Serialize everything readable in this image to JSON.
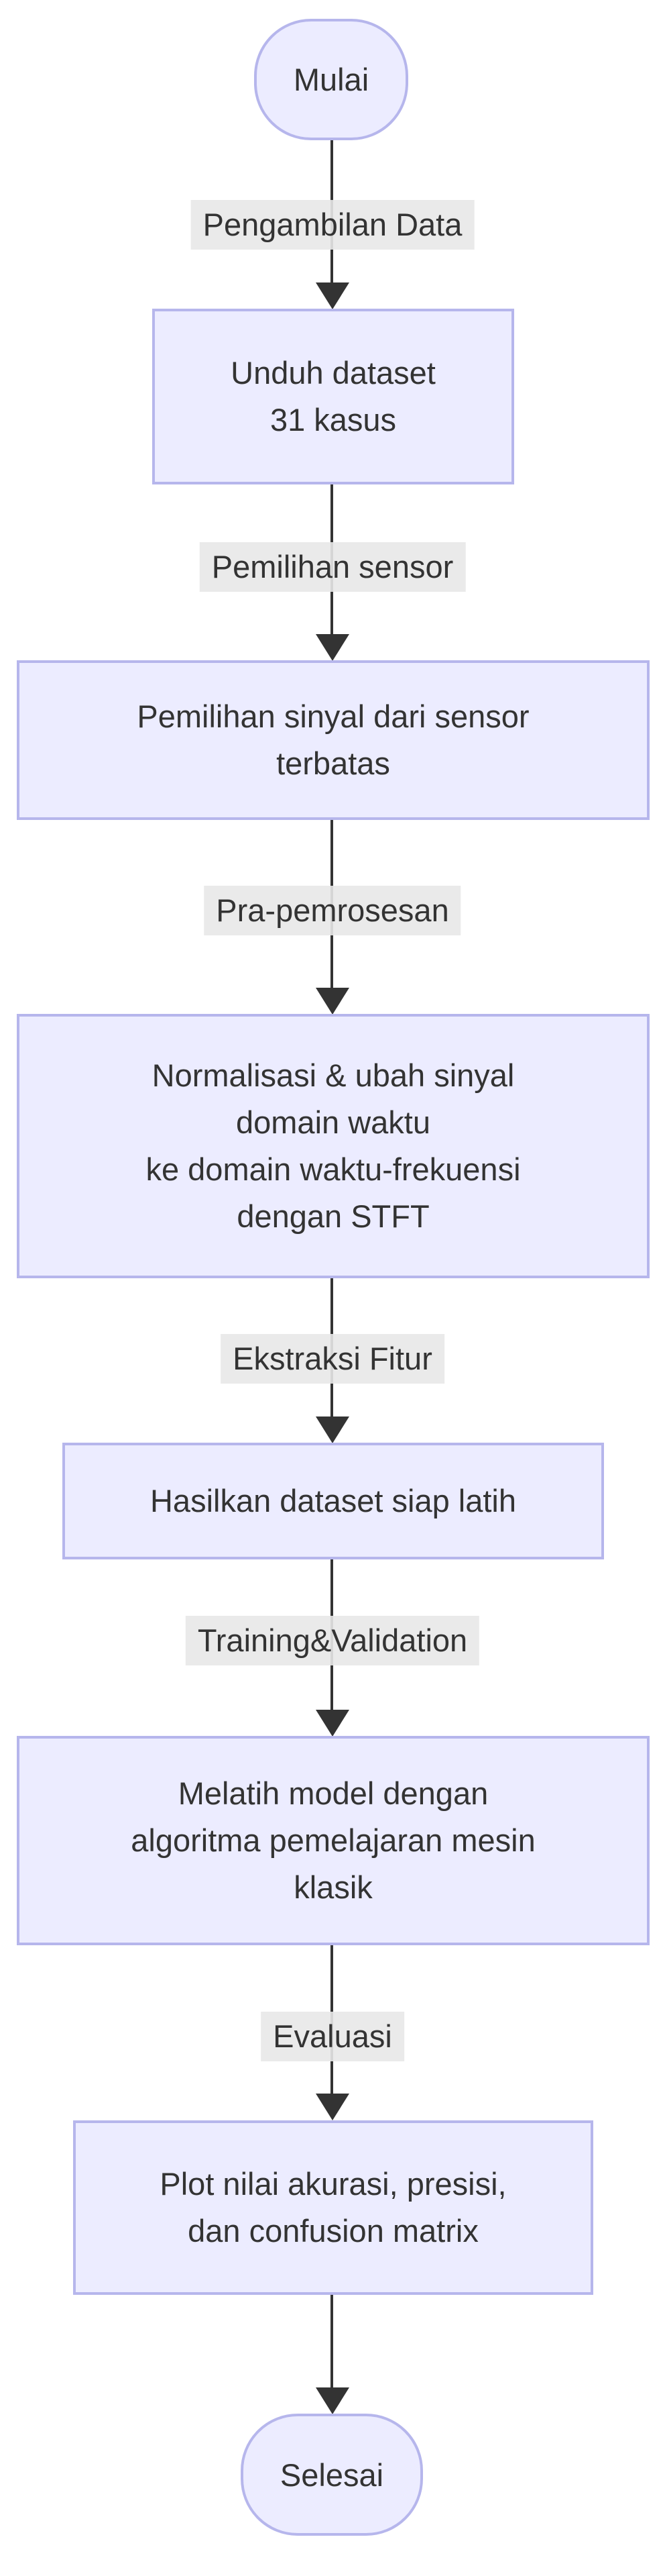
{
  "flowchart": {
    "start_node": {
      "label": "Mulai"
    },
    "end_node": {
      "label": "Selesai"
    },
    "edges": [
      {
        "label": "Pengambilan Data"
      },
      {
        "label": "Pemilihan sensor"
      },
      {
        "label": "Pra-pemrosesan"
      },
      {
        "label": "Ekstraksi Fitur"
      },
      {
        "label": "Training&Validation"
      },
      {
        "label": "Evaluasi"
      }
    ],
    "boxes": [
      {
        "lines": [
          "Unduh dataset",
          "31 kasus"
        ]
      },
      {
        "lines": [
          "Pemilihan sinyal dari sensor",
          "terbatas"
        ]
      },
      {
        "lines": [
          "Normalisasi & ubah sinyal",
          "domain waktu",
          "ke domain waktu-frekuensi",
          "dengan STFT"
        ]
      },
      {
        "lines": [
          "Hasilkan dataset siap latih"
        ]
      },
      {
        "lines": [
          "Melatih model dengan",
          "algoritma pemelajaran mesin",
          "klasik"
        ]
      },
      {
        "lines": [
          "Plot nilai akurasi, presisi,",
          "dan confusion matrix"
        ]
      }
    ],
    "colors": {
      "node_fill": "#ECECFF",
      "node_border": "#B6B6EC",
      "edge_label_bg": "#E8E8E8",
      "arrow": "#333333",
      "text": "#333333"
    }
  }
}
